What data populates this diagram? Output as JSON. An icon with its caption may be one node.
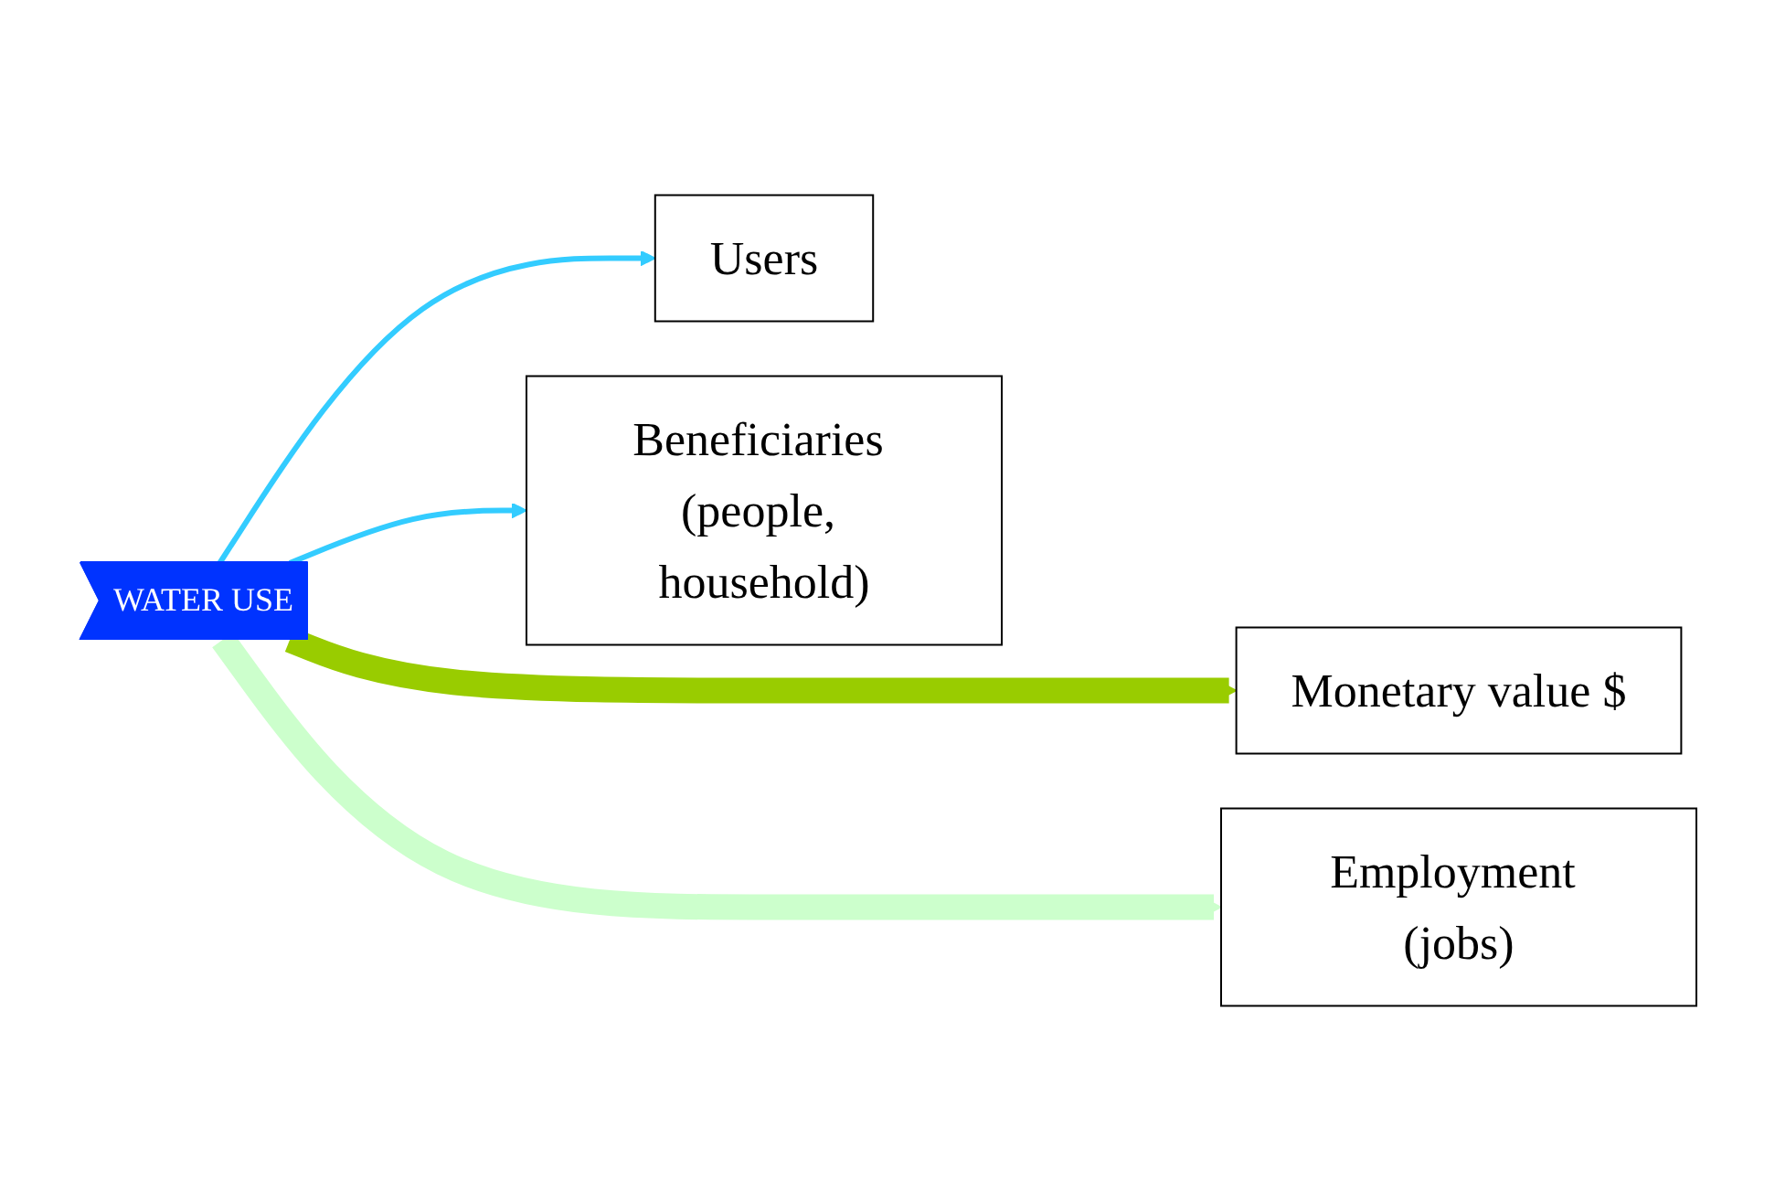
{
  "diagram": {
    "nodes": [
      {
        "text": [
          "WATER USE"
        ]
      },
      {
        "text": [
          "Users"
        ]
      },
      {
        "text": [
          "Beneficiaries (people, household)"
        ]
      },
      {
        "text": [
          "Monetary value $"
        ]
      },
      {
        "text": [
          "Employment (jobs)"
        ]
      }
    ],
    "edges": [
      {
        "from": 0,
        "to": 1,
        "arrow": "to",
        "color": "#33ccff"
      },
      {
        "from": 0,
        "to": 2,
        "arrow": "to",
        "color": "#33ccff"
      },
      {
        "from": 0,
        "to": 3,
        "arrow": "to",
        "style": "thick",
        "color": "#99cc00"
      },
      {
        "from": 0,
        "to": 4,
        "arrow": "to",
        "style": "thick",
        "color": "#ccffcc"
      }
    ]
  }
}
